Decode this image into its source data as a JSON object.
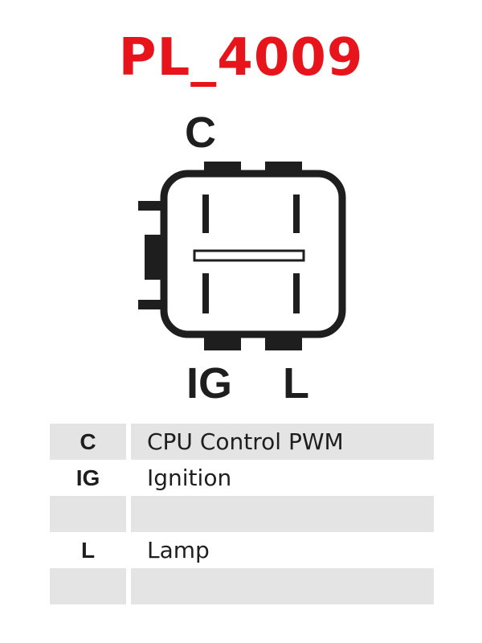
{
  "title": "PL_4009",
  "colors": {
    "title": "#e8141b",
    "ink": "#1e1e1e",
    "row_shade": "#e4e4e4"
  },
  "diagram": {
    "top_pin_label": "C",
    "bottom_pin_labels": [
      "IG",
      "L"
    ]
  },
  "pin_table": [
    {
      "code": "C",
      "description": "CPU Control PWM",
      "shaded": true
    },
    {
      "code": "IG",
      "description": "Ignition",
      "shaded": false
    },
    {
      "code": "",
      "description": "",
      "shaded": true
    },
    {
      "code": "L",
      "description": "Lamp",
      "shaded": false
    },
    {
      "code": "",
      "description": "",
      "shaded": true
    }
  ]
}
